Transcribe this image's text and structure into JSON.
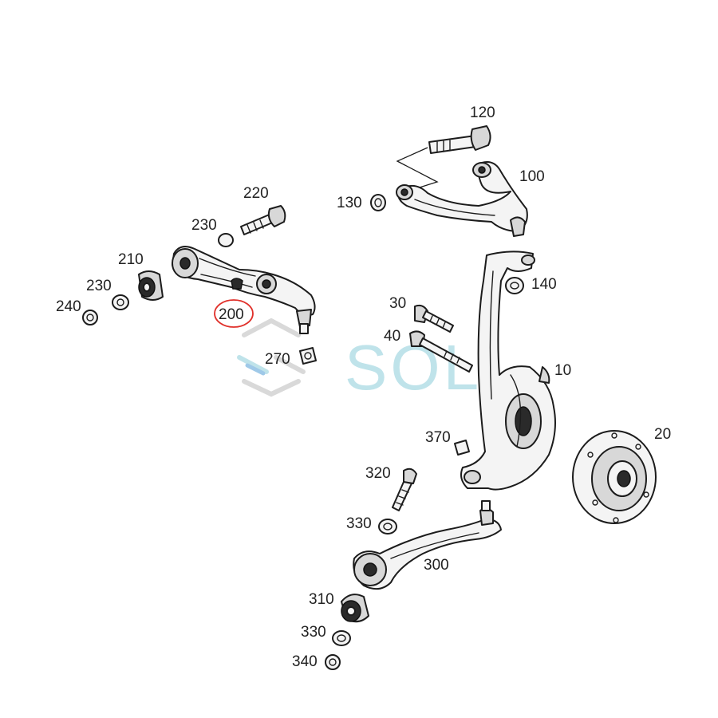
{
  "callouts": {
    "c120": "120",
    "c100": "100",
    "c130": "130",
    "c220": "220",
    "c230a": "230",
    "c210": "210",
    "c230b": "230",
    "c240": "240",
    "c200": "200",
    "c270": "270",
    "c140": "140",
    "c30": "30",
    "c40": "40",
    "c10": "10",
    "c20": "20",
    "c370": "370",
    "c320": "320",
    "c330a": "330",
    "c300": "300",
    "c310": "310",
    "c330b": "330",
    "c340": "340"
  },
  "watermark": {
    "text": "SOL"
  },
  "highlight": {
    "target": "200",
    "color": "#e0302a"
  },
  "colors": {
    "line": "#1c1c1c",
    "watermark": "#bfe3ea"
  }
}
